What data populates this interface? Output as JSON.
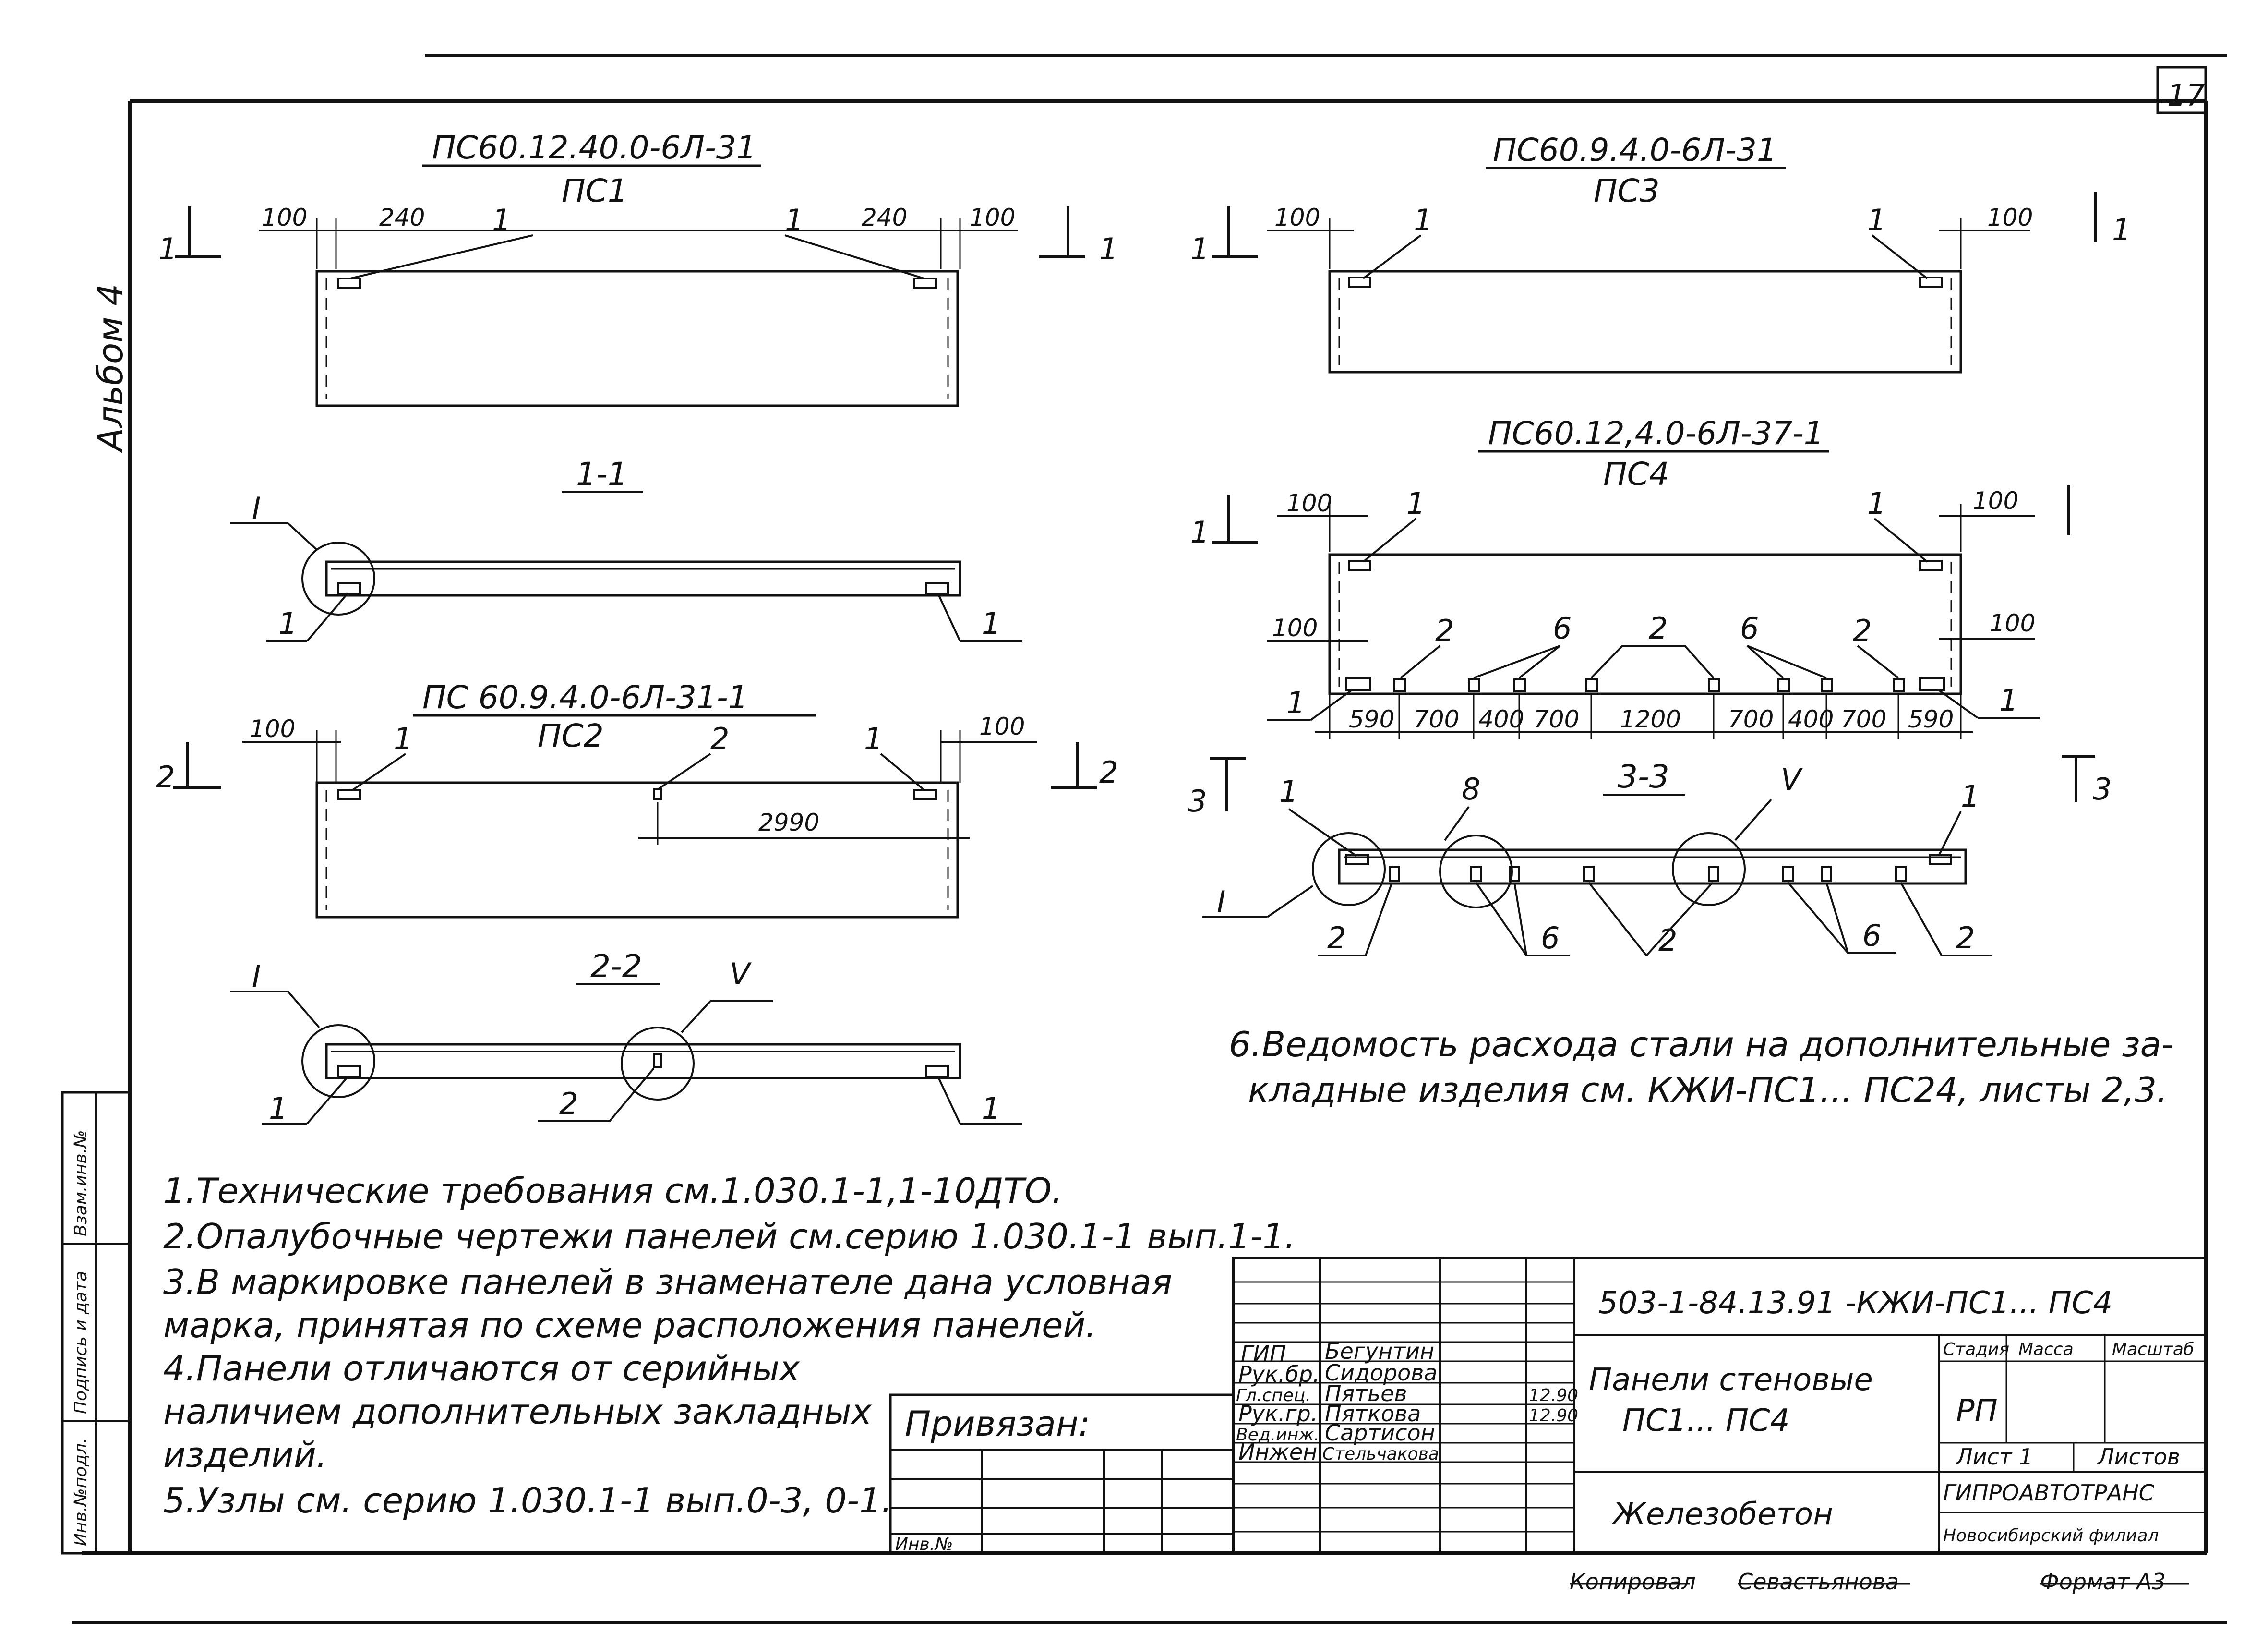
{
  "sheet_number": "17",
  "side_label": "Альбом 4",
  "panels": {
    "pc1": {
      "title": "ПС60.12.40.0-6Л-31",
      "code": "ПС1"
    },
    "pc3": {
      "title": "ПС60.9.4.0-6Л-31",
      "code": "ПС3"
    },
    "pc4": {
      "title": "ПС60.12,4.0-6Л-37-1",
      "code": "ПС4"
    },
    "pc2": {
      "title": "ПС 60.9.4.0-6Л-31-1",
      "code": "ПС2"
    }
  },
  "sections": {
    "s11": "1-1",
    "s22": "2-2",
    "s33": "3-3"
  },
  "section_marks": {
    "m1": "1",
    "m2": "2",
    "m3": "3"
  },
  "dims": {
    "d100": "100",
    "d240": "240",
    "d2990": "2990",
    "bottom_chain": [
      "590",
      "700",
      "400",
      "700",
      "1200",
      "700",
      "400",
      "700",
      "590"
    ]
  },
  "callouts": {
    "c1": "1",
    "c2": "2",
    "c6": "6",
    "c8": "8",
    "nI": "I",
    "nV": "V"
  },
  "notes": [
    "1.Технические требования см.1.030.1-1,1-10ДТО.",
    "2.Опалубочные чертежи панелей см.серию 1.030.1-1 вып.1-1.",
    "3.В маркировке панелей в знаменателе дана условная",
    "марка, принятая по схеме расположения панелей.",
    "4.Панели отличаются от серийных",
    "наличием дополнительных закладных",
    "изделий.",
    "5.Узлы см. серию 1.030.1-1 вып.0-3, 0-1."
  ],
  "note6": [
    "6.Ведомость расхода стали на дополнительные за-",
    "кладные изделия см. КЖИ-ПС1... ПС24, листы 2,3."
  ],
  "side_stamp": [
    "Инв.№подл.",
    "Подпись и дата",
    "Взам.инв.№"
  ],
  "binding": {
    "label": "Привязан:",
    "inv": "Инв.№"
  },
  "title_block": {
    "doc_code": "503-1-84.13.91  -КЖИ-ПС1... ПС4",
    "staff": [
      {
        "role": "ГИП",
        "name": "Бегунтин",
        "date": ""
      },
      {
        "role": "Рук.бр.",
        "name": "Сидорова",
        "date": ""
      },
      {
        "role": "Гл.спец.",
        "name": "Пятьев",
        "date": "12.90"
      },
      {
        "role": "Рук.гр.",
        "name": "Пяткова",
        "date": "12.90"
      },
      {
        "role": "Вед.инж.",
        "name": "Сартисон",
        "date": ""
      },
      {
        "role": "Инжен.",
        "name": "Стельчакова",
        "date": ""
      }
    ],
    "name_line1": "Панели стеновые",
    "name_line2": "ПС1... ПС4",
    "material": "Железобетон",
    "col_stage": "Стадия",
    "col_mass": "Масса",
    "col_scale": "Масштаб",
    "stage_value": "РП",
    "sheet_label": "Лист 1",
    "sheets_label": "Листов",
    "org_line1": "ГИПРОАВТОТРАНС",
    "org_line2": "Новосибирский филиал"
  },
  "footer": {
    "copied": "Копировал",
    "copied_name": "Севастьянова",
    "format": "Формат А3"
  }
}
